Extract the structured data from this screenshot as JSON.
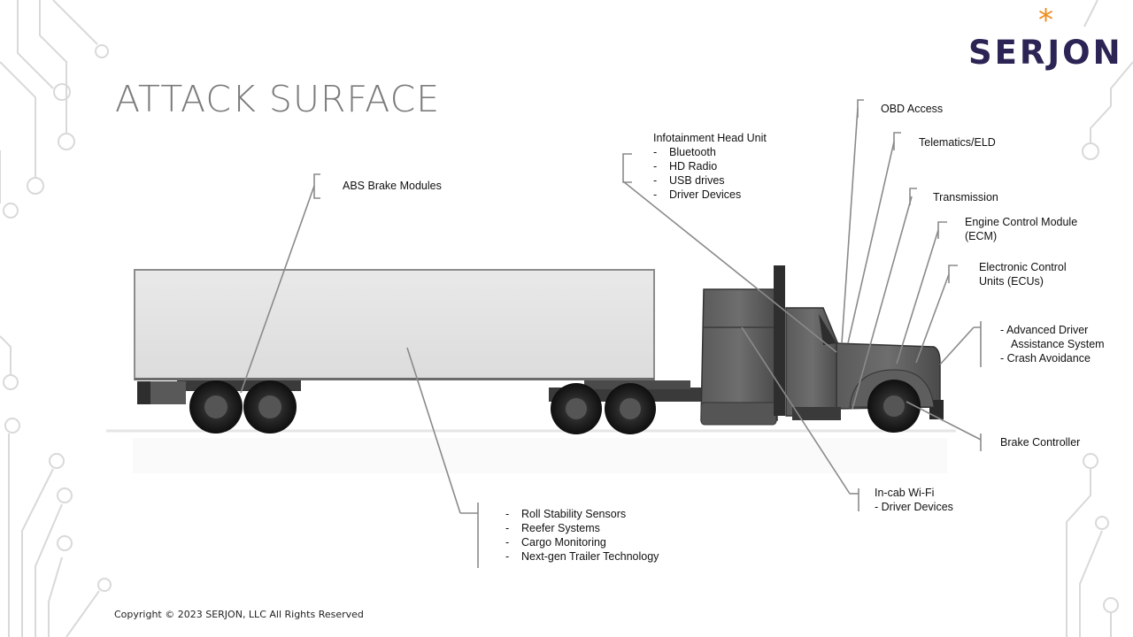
{
  "slide": {
    "title": "ATTACK SURFACE",
    "logo": {
      "text": "SERJON",
      "mark": "*",
      "brand_color": "#2c2454",
      "accent_color": "#f08c1c"
    },
    "copyright": "Copyright © 2023 SERJON, LLC All Rights Reserved"
  },
  "labels": {
    "abs": "ABS Brake Modules",
    "infotainment": {
      "heading": "Infotainment Head Unit",
      "items": [
        "Bluetooth",
        "HD Radio",
        "USB drives",
        "Driver Devices"
      ]
    },
    "obd": "OBD Access",
    "telematics": "Telematics/ELD",
    "transmission": "Transmission",
    "ecm": {
      "line1": "Engine Control Module",
      "line2": "(ECM)"
    },
    "ecu": {
      "line1": "Electronic Control",
      "line2": "Units (ECUs)"
    },
    "adas": {
      "line1": "- Advanced Driver",
      "line2": "Assistance System",
      "line3": "- Crash Avoidance"
    },
    "brake_controller": "Brake Controller",
    "wifi": {
      "line1": "In-cab Wi-Fi",
      "line2": "- Driver Devices"
    },
    "trailer": {
      "items": [
        "Roll Stability Sensors",
        "Reefer Systems",
        "Cargo Monitoring",
        "Next-gen Trailer Technology"
      ]
    }
  }
}
